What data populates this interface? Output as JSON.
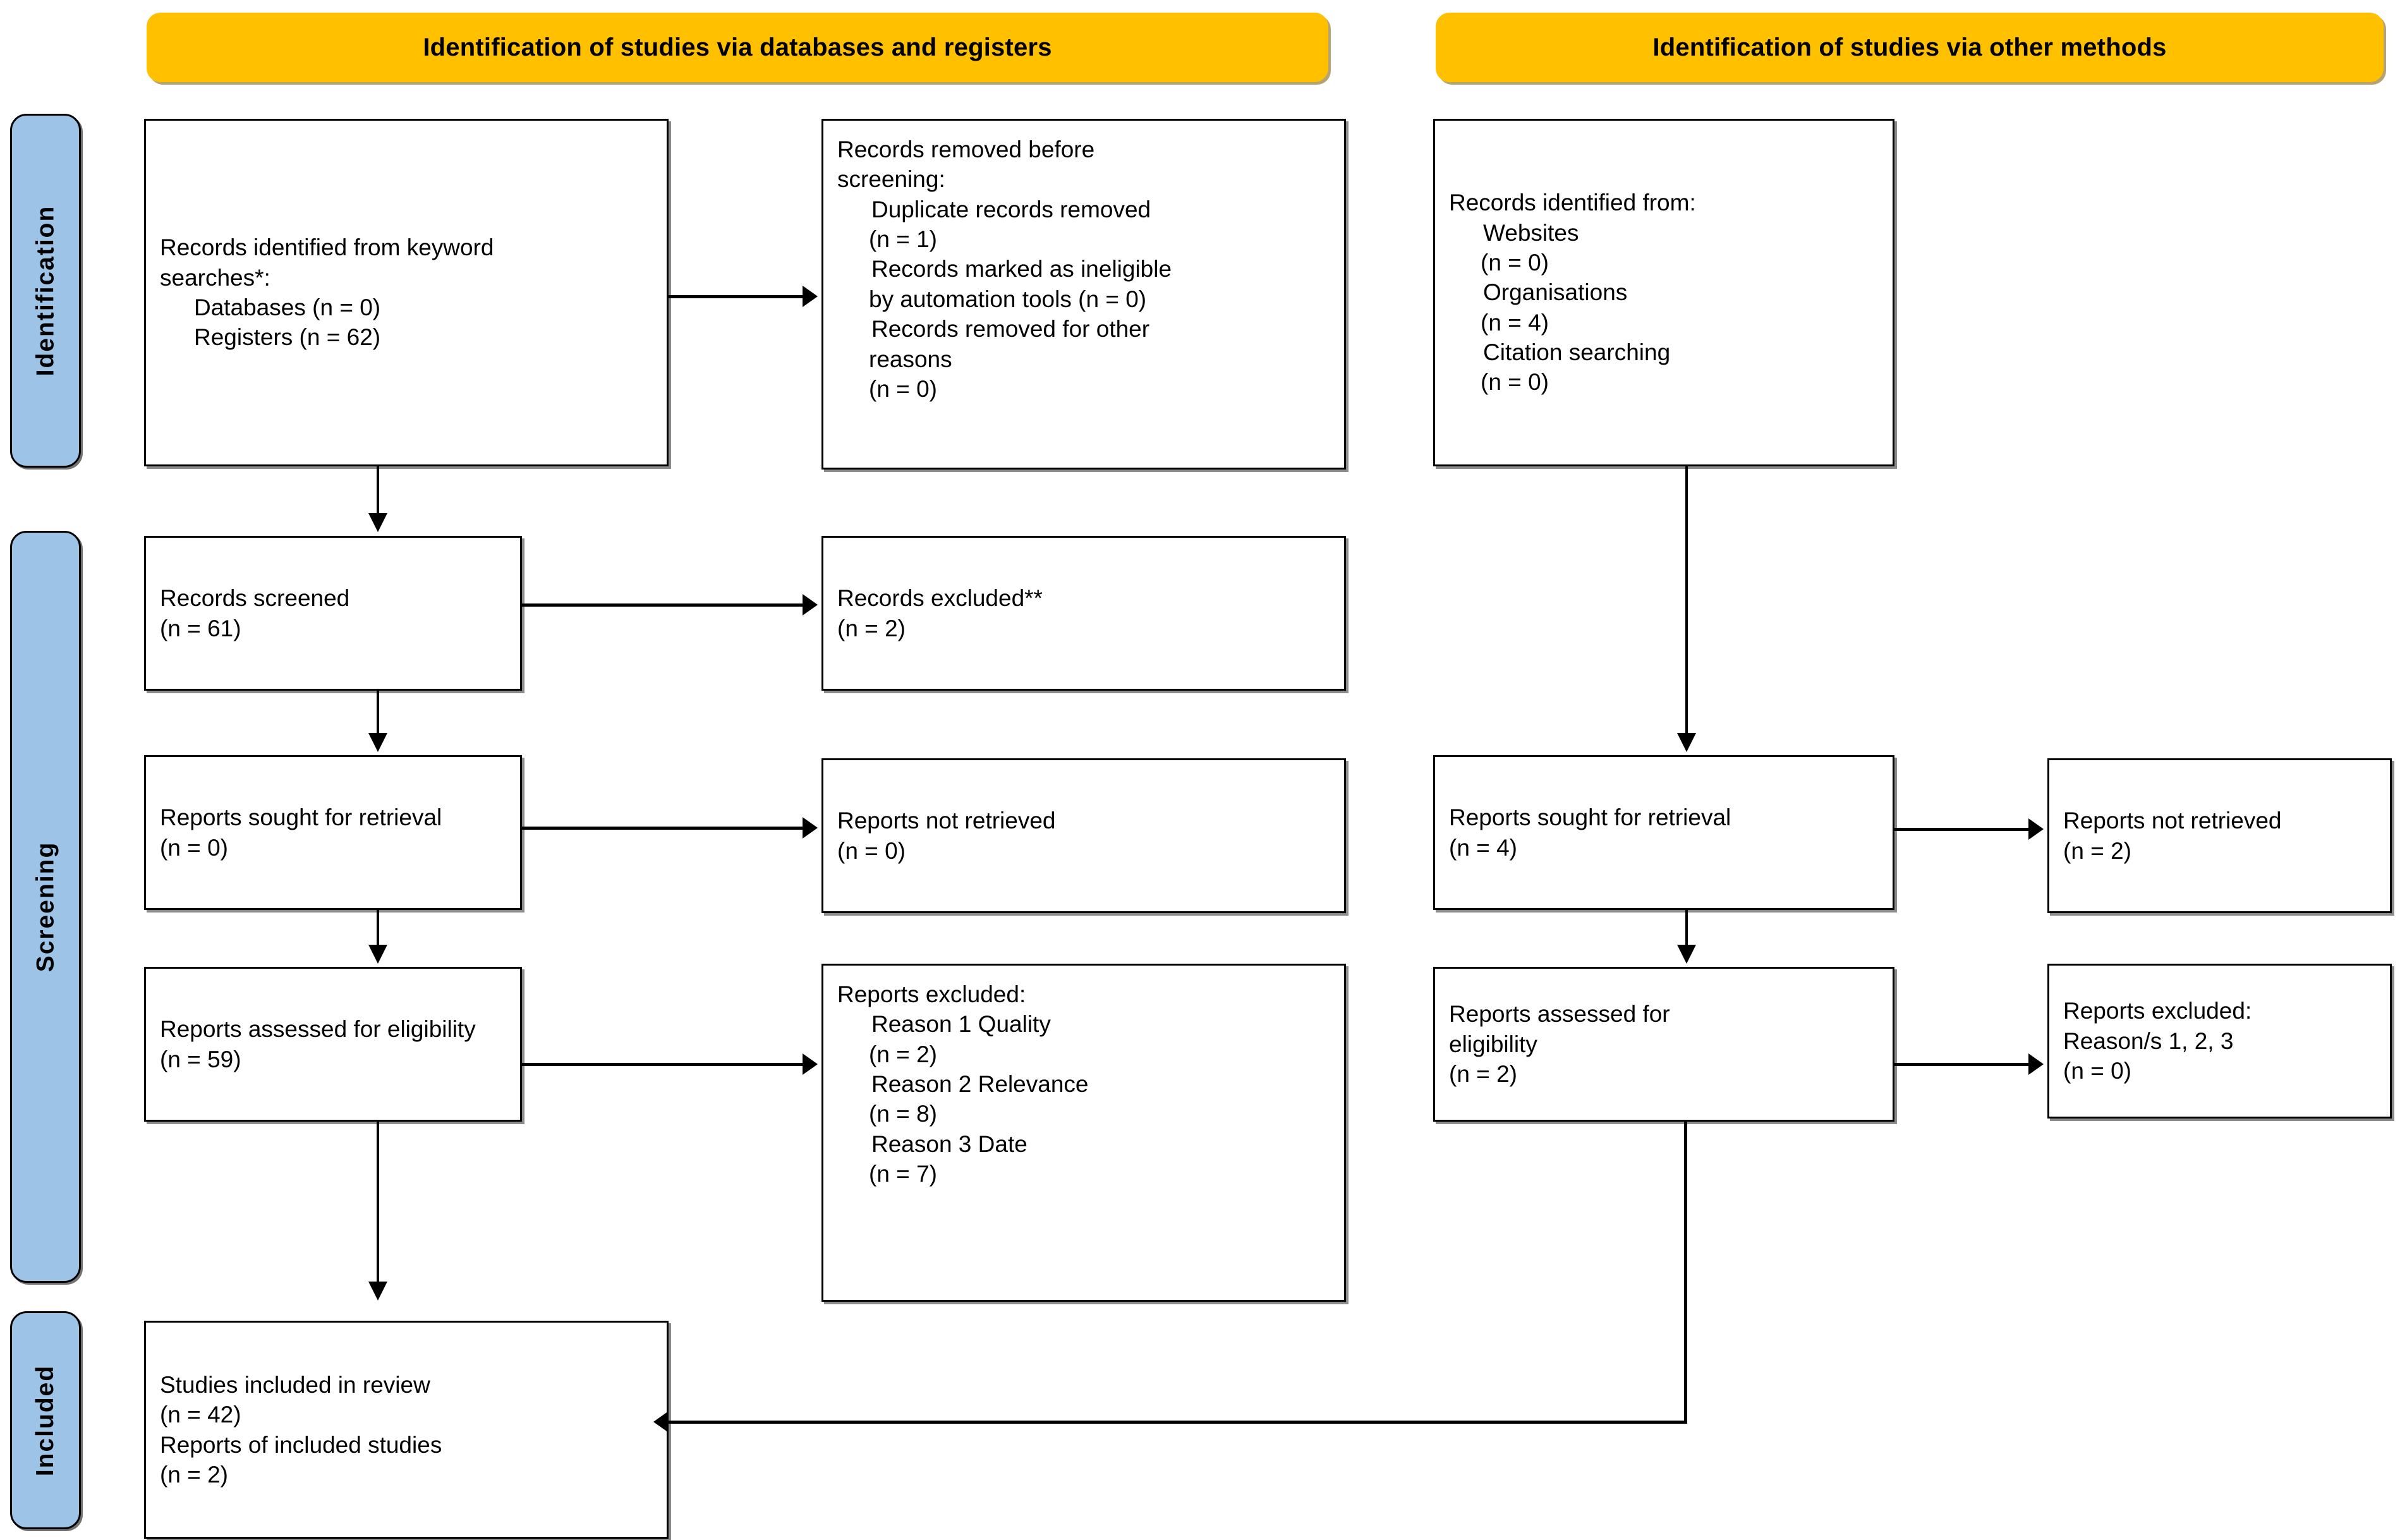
{
  "diagram": {
    "title": "PRISMA 2020 flow diagram",
    "colors": {
      "banner": "#FFC000",
      "stage": "#9DC3E6",
      "box_border": "#000000",
      "background": "#FFFFFF"
    }
  },
  "banners": {
    "left": "Identification of studies via databases and registers",
    "right": "Identification of studies via other methods"
  },
  "stages": [
    {
      "label": "Identification"
    },
    {
      "label": "Screening"
    },
    {
      "label": "Included"
    }
  ],
  "boxes": {
    "records_identified": {
      "lines": [
        "Records identified from keyword",
        "searches*:",
        "Databases (n = 0)",
        "Registers (n = 62)"
      ]
    },
    "records_removed": {
      "lines": [
        "Records removed ",
        "before",
        "screening",
        ":",
        "Duplicate records removed",
        "(n = 1)",
        "Records marked as ineligible",
        "by automation tools (n = 0)",
        "Records removed for other",
        "reasons",
        "(n = 0)"
      ]
    },
    "records_identified_other": {
      "lines": [
        "Records identified from:",
        "Websites",
        "(n = 0)",
        "Organisations",
        "(n = 4)",
        "Citation searching",
        "(n = 0)"
      ]
    },
    "records_screened": {
      "lines": [
        "Records screened",
        "(n = 61)"
      ]
    },
    "records_excluded": {
      "lines": [
        "Records excluded**",
        "(n = 2)"
      ]
    },
    "reports_sought_left": {
      "lines": [
        "Reports sought for retrieval",
        "(n = 0)"
      ]
    },
    "reports_not_retrieved_left": {
      "lines": [
        "Reports not retrieved",
        "(n = 0)"
      ]
    },
    "reports_assessed_left": {
      "lines": [
        "Reports assessed for eligibility",
        "(n = 59)"
      ]
    },
    "reports_excluded_left": {
      "lines": [
        "Reports excluded:",
        "Reason 1 Quality",
        "(n = 2)",
        "Reason 2 Relevance",
        "(n = 8)",
        "Reason 3 Date",
        "(n = 7)"
      ]
    },
    "reports_sought_right": {
      "lines": [
        "Reports sought for retrieval",
        "(n = 4)"
      ]
    },
    "reports_not_retrieved_right": {
      "lines": [
        "Reports not retrieved",
        "(n = 2)"
      ]
    },
    "reports_assessed_right": {
      "lines": [
        "Reports assessed for",
        "eligibility",
        "(n = 2)"
      ]
    },
    "reports_excluded_right": {
      "lines": [
        "Reports excluded:",
        "Reason/s 1, 2, 3",
        "(n = 0)"
      ]
    },
    "studies_included": {
      "lines": [
        "Studies included in review",
        "(n = 42)",
        "Reports of included studies",
        "(n = 2)"
      ]
    }
  }
}
